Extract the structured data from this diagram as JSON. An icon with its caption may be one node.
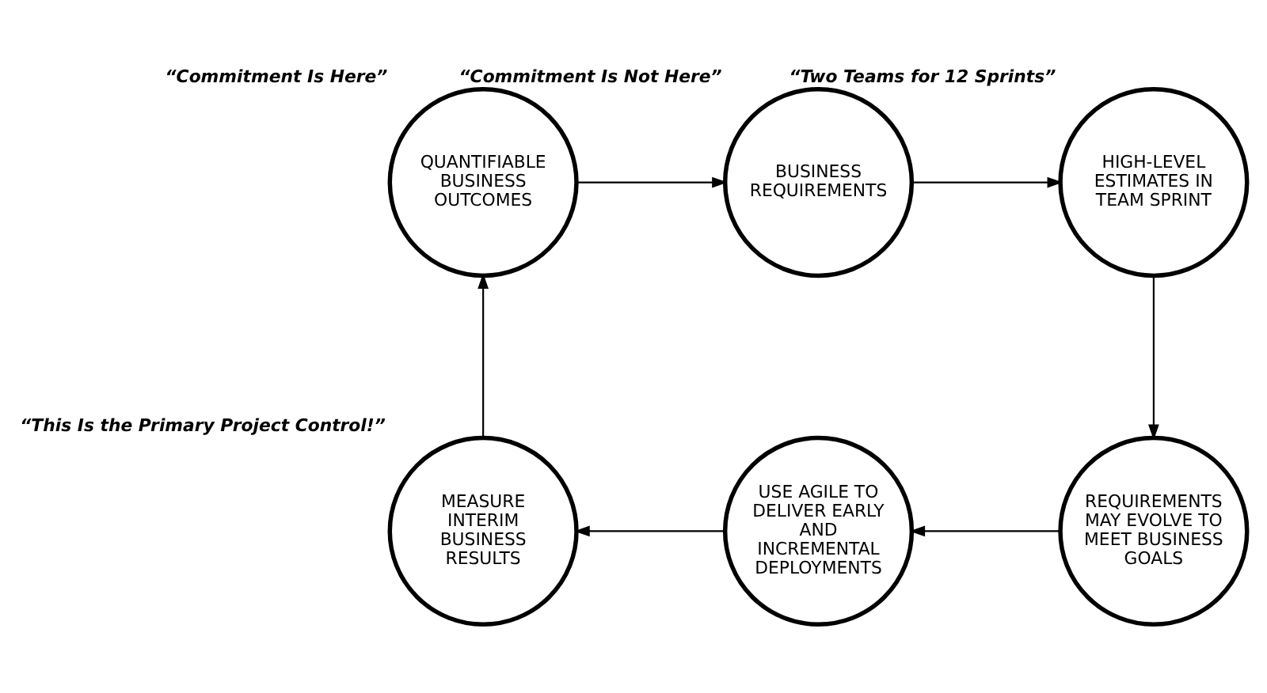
{
  "diagram": {
    "nodes": [
      {
        "text": [
          "QUANTIFIABLE BUSINESS OUTCOMES"
        ],
        "beside": [
          "“Commitment Is Here”"
        ]
      },
      {
        "text": [
          "BUSINESS REQUIREMENTS"
        ],
        "beside": [
          "“Commitment Is Not Here”"
        ]
      },
      {
        "text": [
          "HIGH-LEVEL ESTIMATES IN TEAM SPRINT"
        ],
        "beside": [
          "“Two Teams for 12 Sprints”"
        ]
      },
      {
        "text": [
          "MEASURE INTERIM BUSINESS RESULTS"
        ],
        "beside": [
          "“This Is the Primary Project Control!”"
        ]
      },
      {
        "text": [
          "USE AGILE TO DELIVER EARLY AND INCREMENTAL DEPLOYMENTS"
        ]
      },
      {
        "text": [
          "REQUIREMENTS MAY EVOLVE TO MEET BUSINESS GOALS"
        ]
      }
    ],
    "edges": [
      {
        "from": 0,
        "to": 1,
        "arrow": "to"
      },
      {
        "from": 1,
        "to": 2,
        "arrow": "to"
      },
      {
        "from": 2,
        "to": 5,
        "arrow": "to"
      },
      {
        "from": 5,
        "to": 4,
        "arrow": "to"
      },
      {
        "from": 4,
        "to": 3,
        "arrow": "to"
      },
      {
        "from": 3,
        "to": 0,
        "arrow": "to"
      }
    ]
  }
}
